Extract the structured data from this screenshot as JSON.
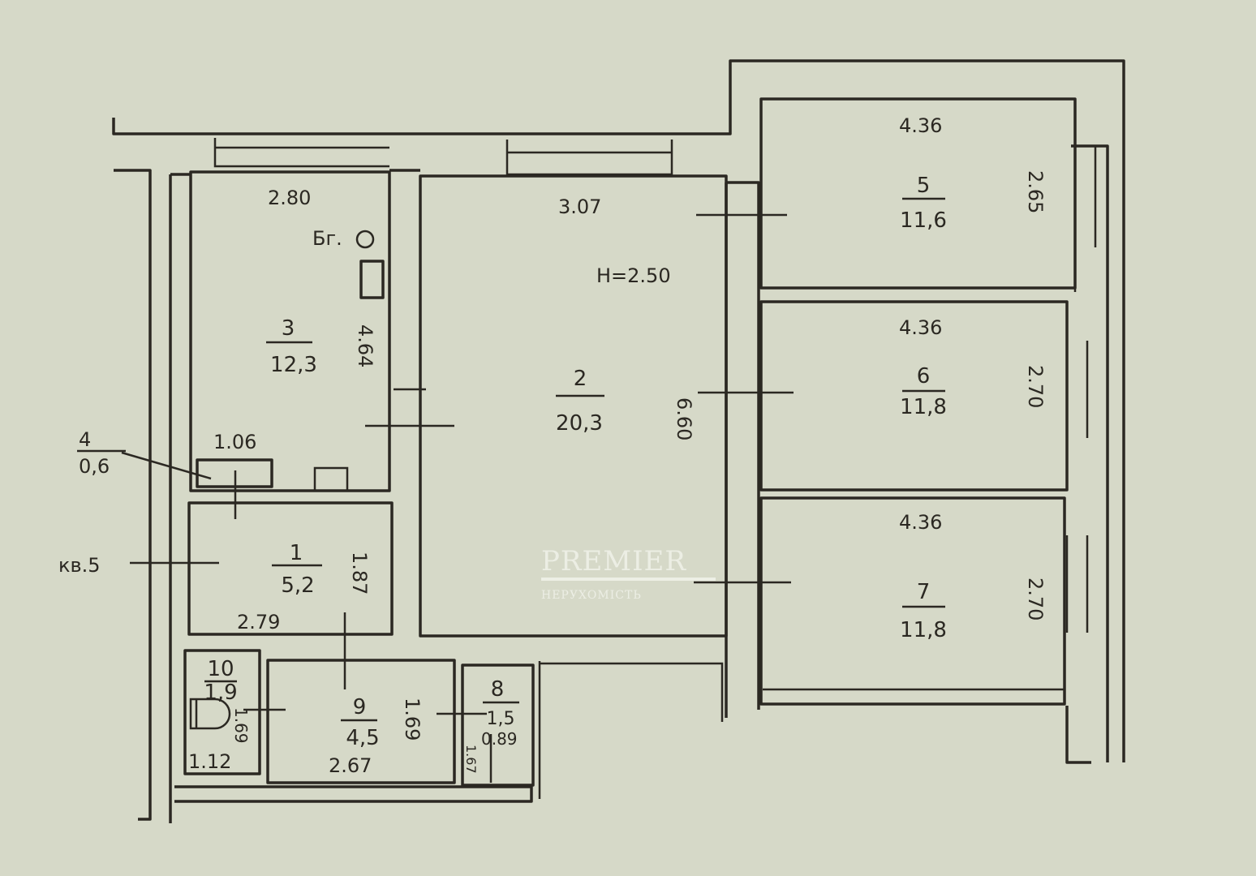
{
  "plan": {
    "apartment_label": "кв.5",
    "ceiling_height": "H=2.50",
    "boiler_label": "Бг.",
    "rooms": [
      {
        "number": "1",
        "area": "5,2",
        "width": "2.79",
        "length": "1.87"
      },
      {
        "number": "2",
        "area": "20,3",
        "width": "3.07",
        "length": "6.60"
      },
      {
        "number": "3",
        "area": "12,3",
        "width": "2.80",
        "length": "4.64"
      },
      {
        "number": "4",
        "area": "0,6",
        "width": "1.06"
      },
      {
        "number": "5",
        "area": "11,6",
        "width": "4.36",
        "length": "2.65"
      },
      {
        "number": "6",
        "area": "11,8",
        "width": "4.36",
        "length": "2.70"
      },
      {
        "number": "7",
        "area": "11,8",
        "width": "4.36",
        "length": "2.70"
      },
      {
        "number": "8",
        "area": "1,5",
        "width": "0.89",
        "length": "1.67"
      },
      {
        "number": "9",
        "area": "4,5",
        "width": "2.67",
        "length": "1.69"
      },
      {
        "number": "10",
        "area": "1,9",
        "width": "1.12",
        "length": "1.69"
      }
    ]
  },
  "watermark": {
    "brand": "PREMIER",
    "subtitle": "НЕРУХОМІСТЬ"
  }
}
